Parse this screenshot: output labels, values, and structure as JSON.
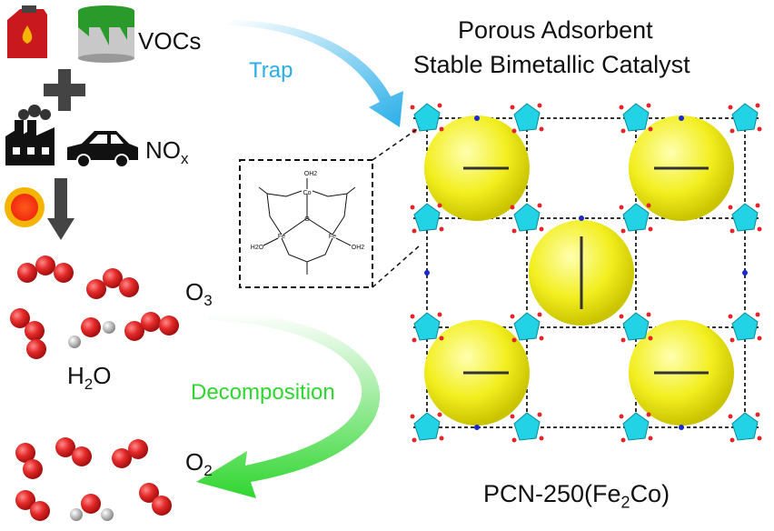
{
  "labels": {
    "vocs": "VOCs",
    "nox_main": "NO",
    "nox_sub": "x",
    "o3_main": "O",
    "o3_sub": "3",
    "h2o_h": "H",
    "h2o_sub": "2",
    "h2o_o": "O",
    "o2_main": "O",
    "o2_sub": "2",
    "trap": "Trap",
    "decomposition": "Decomposition",
    "title_line1": "Porous Adsorbent",
    "title_line2": "Stable Bimetallic Catalyst",
    "material_pre": "PCN-250(Fe",
    "material_sub": "2",
    "material_post": "Co)"
  },
  "inset": {
    "atoms": [
      "OH2",
      "Co",
      "Fe",
      "Fe",
      "H2O",
      "OH2",
      "O"
    ]
  },
  "colors": {
    "trap": "#29aee8",
    "decomposition": "#2fd62f",
    "sphere": "#f2ee1e",
    "cluster": "#22d3e6",
    "oxygen": "#e0262b"
  }
}
